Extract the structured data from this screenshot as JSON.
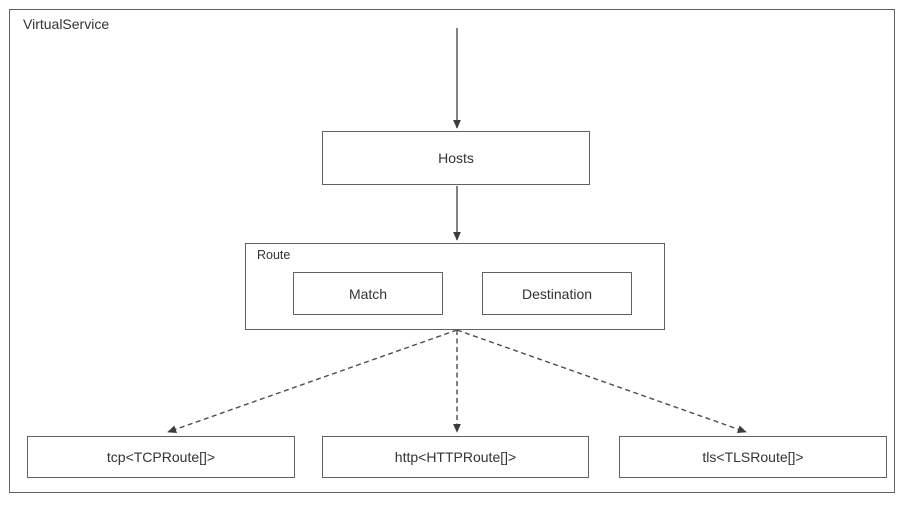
{
  "diagram": {
    "container_label": "VirtualService",
    "route_group_label": "Route",
    "nodes": {
      "hosts": "Hosts",
      "match": "Match",
      "destination": "Destination",
      "tcp": "tcp<TCPRoute[]>",
      "http": "http<HTTPRoute[]>",
      "tls": "tls<TLSRoute[]>"
    },
    "edges": [
      {
        "from": "external-top",
        "to": "Hosts",
        "style": "solid-arrow"
      },
      {
        "from": "Hosts",
        "to": "Route",
        "style": "solid-arrow"
      },
      {
        "from": "Match",
        "to": "Destination",
        "style": "solid-arrow"
      },
      {
        "from": "Route",
        "to": "tcp<TCPRoute[]>",
        "style": "dashed-arrow"
      },
      {
        "from": "Route",
        "to": "http<HTTPRoute[]>",
        "style": "dashed-arrow"
      },
      {
        "from": "Route",
        "to": "tls<TLSRoute[]>",
        "style": "dashed-arrow"
      }
    ],
    "colors": {
      "background": "#ffffff",
      "box_border": "#616161",
      "arrow_stroke": "#4d4d4d",
      "text": "#333333"
    }
  }
}
